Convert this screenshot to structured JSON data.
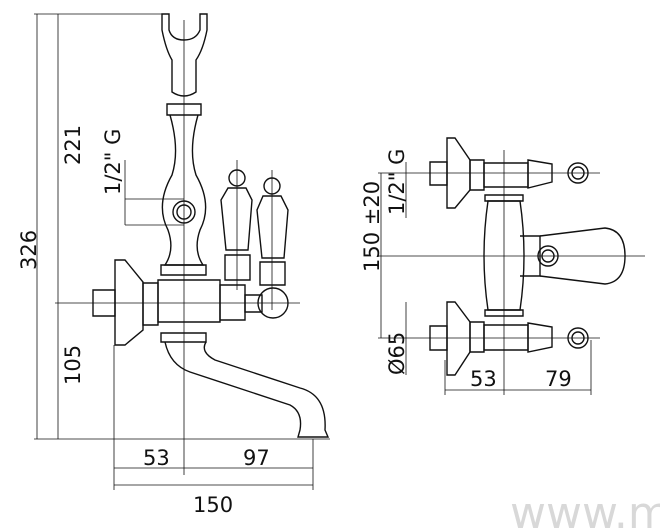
{
  "side_view": {
    "dim_total_height": "326",
    "dim_upper_height": "221",
    "dim_lower_height": "105",
    "dim_thread": "1/2\" G",
    "dim_wall_to_center": "53",
    "dim_center_to_spout": "97",
    "dim_total_depth": "150"
  },
  "top_view": {
    "dim_thread": "1/2\" G",
    "dim_spacing": "150 ±20",
    "dim_flange_diameter": "Ø65",
    "dim_wall_to_center": "53",
    "dim_center_to_handle": "79"
  },
  "watermark": "www.msant.ru"
}
